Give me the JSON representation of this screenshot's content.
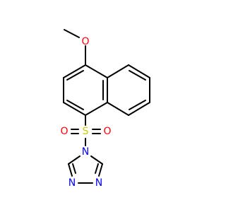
{
  "molecule": {
    "colors": {
      "bond": "#000000",
      "carbon": "#000000",
      "oxygen": "#ff0000",
      "sulfur": "#cccc00",
      "nitrogen": "#0000ff"
    },
    "atoms": {
      "methoxy_o": "O",
      "sulfonyl_o_left": "O",
      "sulfonyl_o_right": "O",
      "sulfur": "S",
      "triazole_n4": "N",
      "triazole_n1": "N",
      "triazole_n2": "N"
    }
  }
}
